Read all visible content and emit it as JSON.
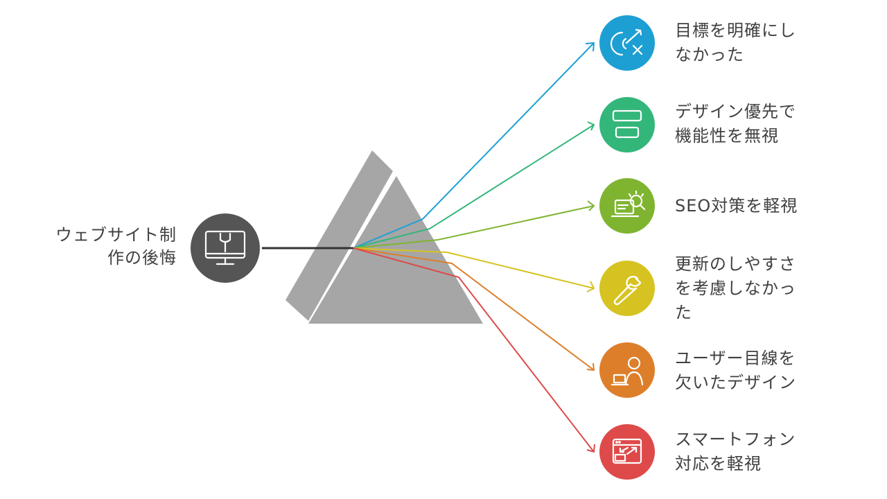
{
  "source": {
    "label_lines": [
      "ウェブサイト制",
      "作の後悔"
    ],
    "icon": "computer-wrench-icon",
    "color": "#555555"
  },
  "prism": {
    "color": "#a6a6a6"
  },
  "outputs": [
    {
      "lines": [
        "目標を明確にし",
        "なかった"
      ],
      "icon": "target-miss-icon",
      "color": "#1e9fd3"
    },
    {
      "lines": [
        "デザイン優先で",
        "機能性を無視"
      ],
      "icon": "layout-blocks-icon",
      "color": "#33b67a"
    },
    {
      "lines": [
        "SEO対策を軽視"
      ],
      "icon": "seo-search-laptop-icon",
      "color": "#7fb431"
    },
    {
      "lines": [
        "更新のしやすさ",
        "を考慮しなかっ",
        "た"
      ],
      "icon": "wrench-icon",
      "color": "#d6c322"
    },
    {
      "lines": [
        "ユーザー目線を",
        "欠いたデザイン"
      ],
      "icon": "user-laptop-icon",
      "color": "#dd7f2a"
    },
    {
      "lines": [
        "スマートフォン",
        "対応を軽視"
      ],
      "icon": "responsive-window-icon",
      "color": "#de4a4a"
    }
  ]
}
